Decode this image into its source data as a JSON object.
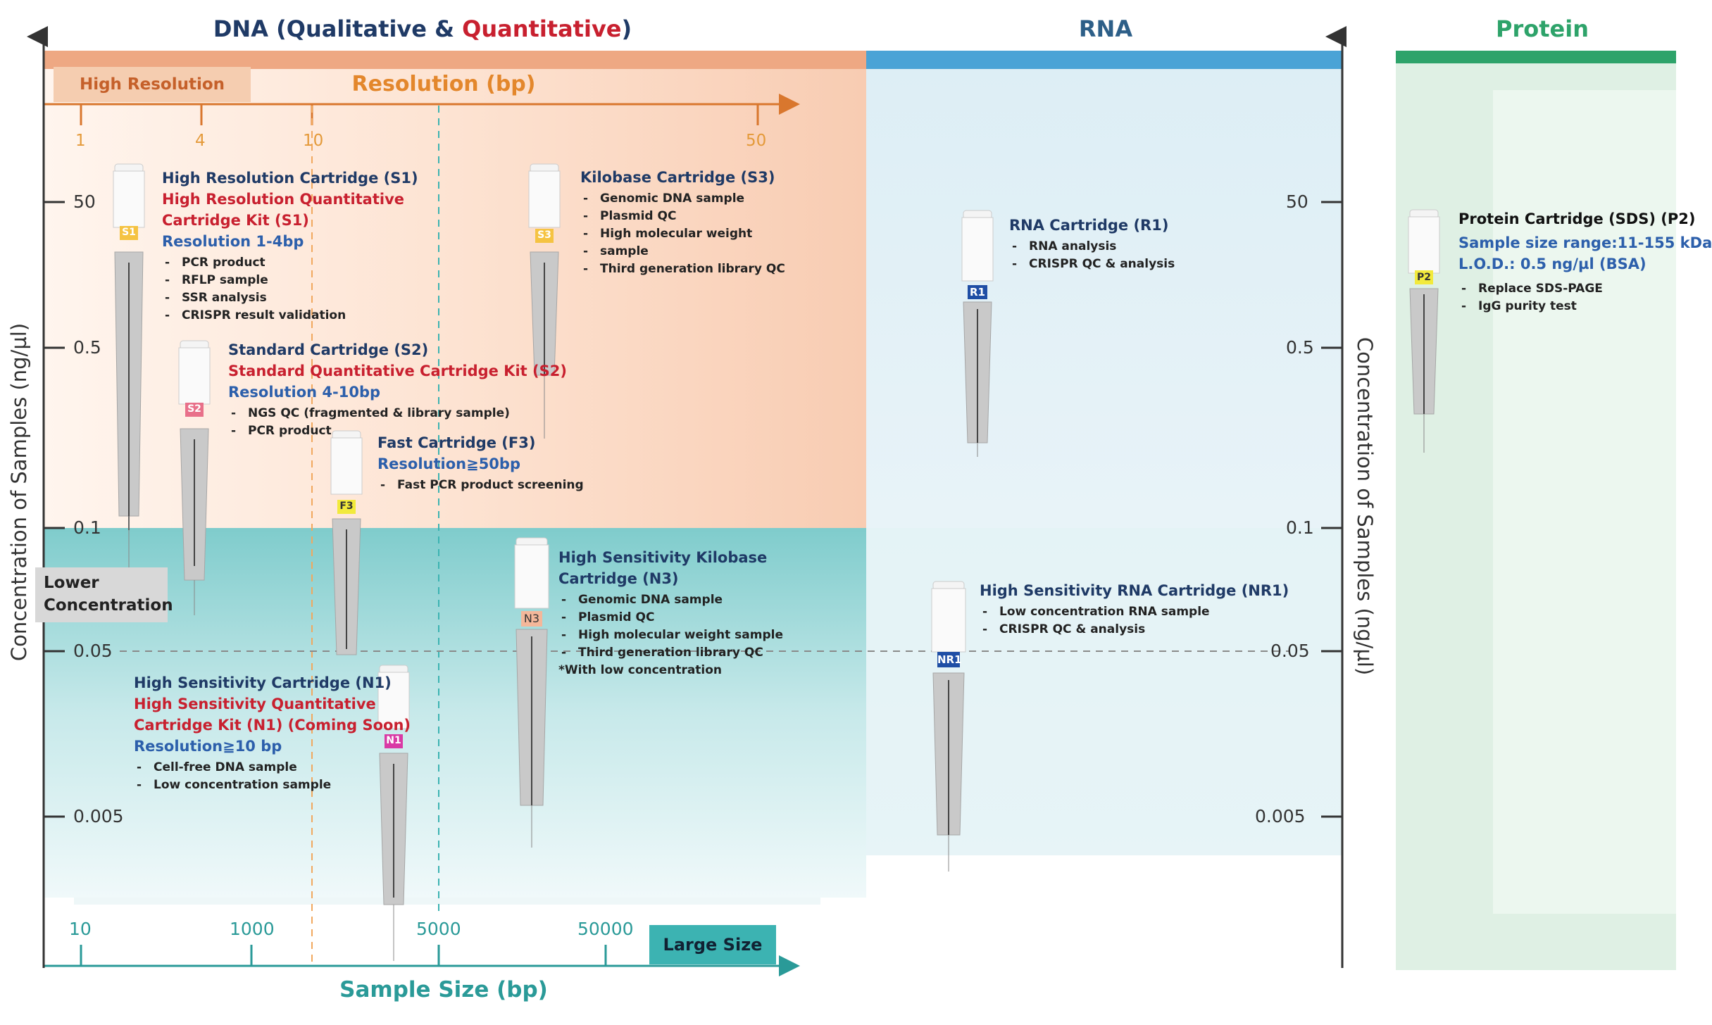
{
  "headers": {
    "dna_prefix": "DNA (Qualitative & ",
    "dna_quant": "Quantitative",
    "dna_suffix": ")",
    "rna": "RNA",
    "protein": "Protein"
  },
  "resolution_axis": {
    "title": "Resolution (bp)",
    "high_resolution_label": "High Resolution",
    "ticks": [
      "1",
      "4",
      "10",
      "50"
    ]
  },
  "size_axis": {
    "title": "Sample Size (bp)",
    "large_size_label": "Large Size",
    "ticks": [
      "10",
      "1000",
      "5000",
      "50000"
    ]
  },
  "concentration_axis": {
    "left_title": "Concentration of Samples (ng/µl)",
    "right_title": "Concentration of Samples (ng/µl)",
    "ticks": [
      "50",
      "0.5",
      "0.1",
      "0.05",
      "0.005"
    ],
    "lower_label_line1": "Lower",
    "lower_label_line2": "Concentration"
  },
  "cartridges": {
    "s1": {
      "badge": "S1",
      "badge_color": "#f5c342",
      "title": "High Resolution Cartridge (S1)",
      "kit_line1": "High Resolution Quantitative",
      "kit_line2": "Cartridge Kit (S1)",
      "resolution": "Resolution 1-4bp",
      "items": [
        "PCR product",
        "RFLP sample",
        "SSR analysis",
        "CRISPR result validation"
      ]
    },
    "s2": {
      "badge": "S2",
      "badge_color": "#e8708a",
      "title": "Standard Cartridge (S2)",
      "kit_line1": "Standard Quantitative Cartridge Kit (S2)",
      "resolution": "Resolution 4-10bp",
      "items": [
        "NGS QC (fragmented & library sample)",
        "PCR product"
      ]
    },
    "f3": {
      "badge": "F3",
      "badge_color": "#f2ea3c",
      "title": "Fast Cartridge (F3)",
      "resolution": "Resolution≧50bp",
      "items": [
        "Fast PCR product screening"
      ]
    },
    "s3": {
      "badge": "S3",
      "badge_color": "#f5c342",
      "title": "Kilobase Cartridge (S3)",
      "items": [
        "Genomic DNA sample",
        "Plasmid QC",
        "High molecular weight",
        "sample",
        "Third generation library QC"
      ]
    },
    "n1": {
      "badge": "N1",
      "badge_color": "#d93aa5",
      "title": "High Sensitivity Cartridge (N1)",
      "kit_line1": "High Sensitivity Quantitative",
      "kit_line2": "Cartridge Kit (N1) (Coming Soon)",
      "resolution": "Resolution≧10 bp",
      "items": [
        "Cell-free DNA sample",
        "Low concentration sample"
      ]
    },
    "n3": {
      "badge": "N3",
      "badge_color": "#f4b79a",
      "title_line1": "High Sensitivity Kilobase",
      "title_line2": "Cartridge (N3)",
      "items": [
        "Genomic DNA sample",
        "Plasmid QC",
        "High molecular weight sample",
        "Third generation library QC"
      ],
      "note": "*With low concentration"
    },
    "r1": {
      "badge": "R1",
      "badge_color": "#1f4ea5",
      "title": "RNA Cartridge (R1)",
      "items": [
        "RNA analysis",
        "CRISPR QC & analysis"
      ]
    },
    "nr1": {
      "badge": "NR1",
      "badge_color": "#1f4ea5",
      "title": "High Sensitivity RNA Cartridge (NR1)",
      "items": [
        "Low concentration RNA sample",
        "CRISPR QC & analysis"
      ]
    },
    "p2": {
      "badge": "P2",
      "badge_color": "#f2ea3c",
      "title": "Protein Cartridge (SDS) (P2)",
      "range": "Sample size range:11-155 kDa",
      "lod": "L.O.D.: 0.5 ng/µl (BSA)",
      "items": [
        "Replace SDS-PAGE",
        "IgG purity test"
      ]
    }
  },
  "colors": {
    "dna_band": "#eea883",
    "rna_band": "#4aa3d6",
    "protein_band": "#2ea36a",
    "resolution_axis": "#d9772e",
    "size_axis": "#2a9a98"
  }
}
